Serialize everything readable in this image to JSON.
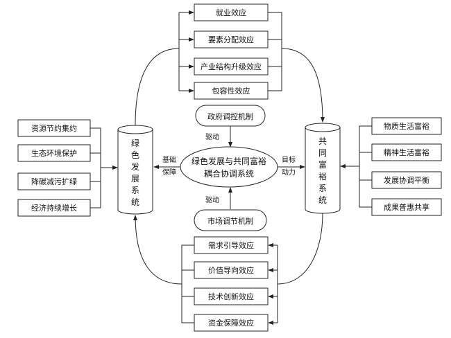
{
  "top_effects": [
    "就业效应",
    "要素分配效应",
    "产业结构升级效应",
    "包容性效应"
  ],
  "bottom_effects": [
    "需求引导效应",
    "价值导向效应",
    "技术创新效应",
    "资金保障效应"
  ],
  "left_items": [
    "资源节约集约",
    "生态环境保护",
    "降碳减污扩绿",
    "经济持续增长"
  ],
  "right_items": [
    "物质生活富裕",
    "精神生活富裕",
    "发展协调平衡",
    "成果普惠共享"
  ],
  "gov_mechanism": "政府调控机制",
  "market_mechanism": "市场调节机制",
  "center": {
    "line1": "绿色发展与共同富裕",
    "line2": "耦合协调系统"
  },
  "green_system": {
    "chars": [
      "绿",
      "色",
      "发",
      "展",
      "系",
      "统"
    ]
  },
  "common_prosperity": {
    "chars": [
      "共",
      "同",
      "富",
      "裕",
      "系",
      "统"
    ]
  },
  "labels": {
    "drive_top": "驱动",
    "drive_bottom": "驱动",
    "basis_1": "基础",
    "basis_2": "保障",
    "goal_1": "目标",
    "goal_2": "动力"
  }
}
